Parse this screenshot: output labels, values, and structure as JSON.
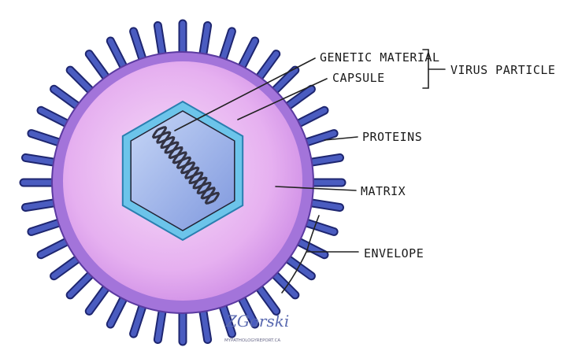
{
  "labels": {
    "genetic_material": "GENETIC MATERIAL",
    "capsule": "CAPSULE",
    "virus_particle": "VIRUS PARTICLE",
    "proteins": "PROTEINS",
    "matrix": "MATRIX",
    "envelope": "ENVELOPE"
  },
  "signature": {
    "name": "ZGorski",
    "site": "MYPATHOLOGYREPORT.CA"
  },
  "colors": {
    "spike": "#4a5cc0",
    "spike_outline": "#1e2670",
    "envelope": "#a070d8",
    "matrix": "#e4aef0",
    "capsule_edge": "#5ab8e0",
    "capsule_fill": "#9ab0e8",
    "dna": "#333344"
  }
}
